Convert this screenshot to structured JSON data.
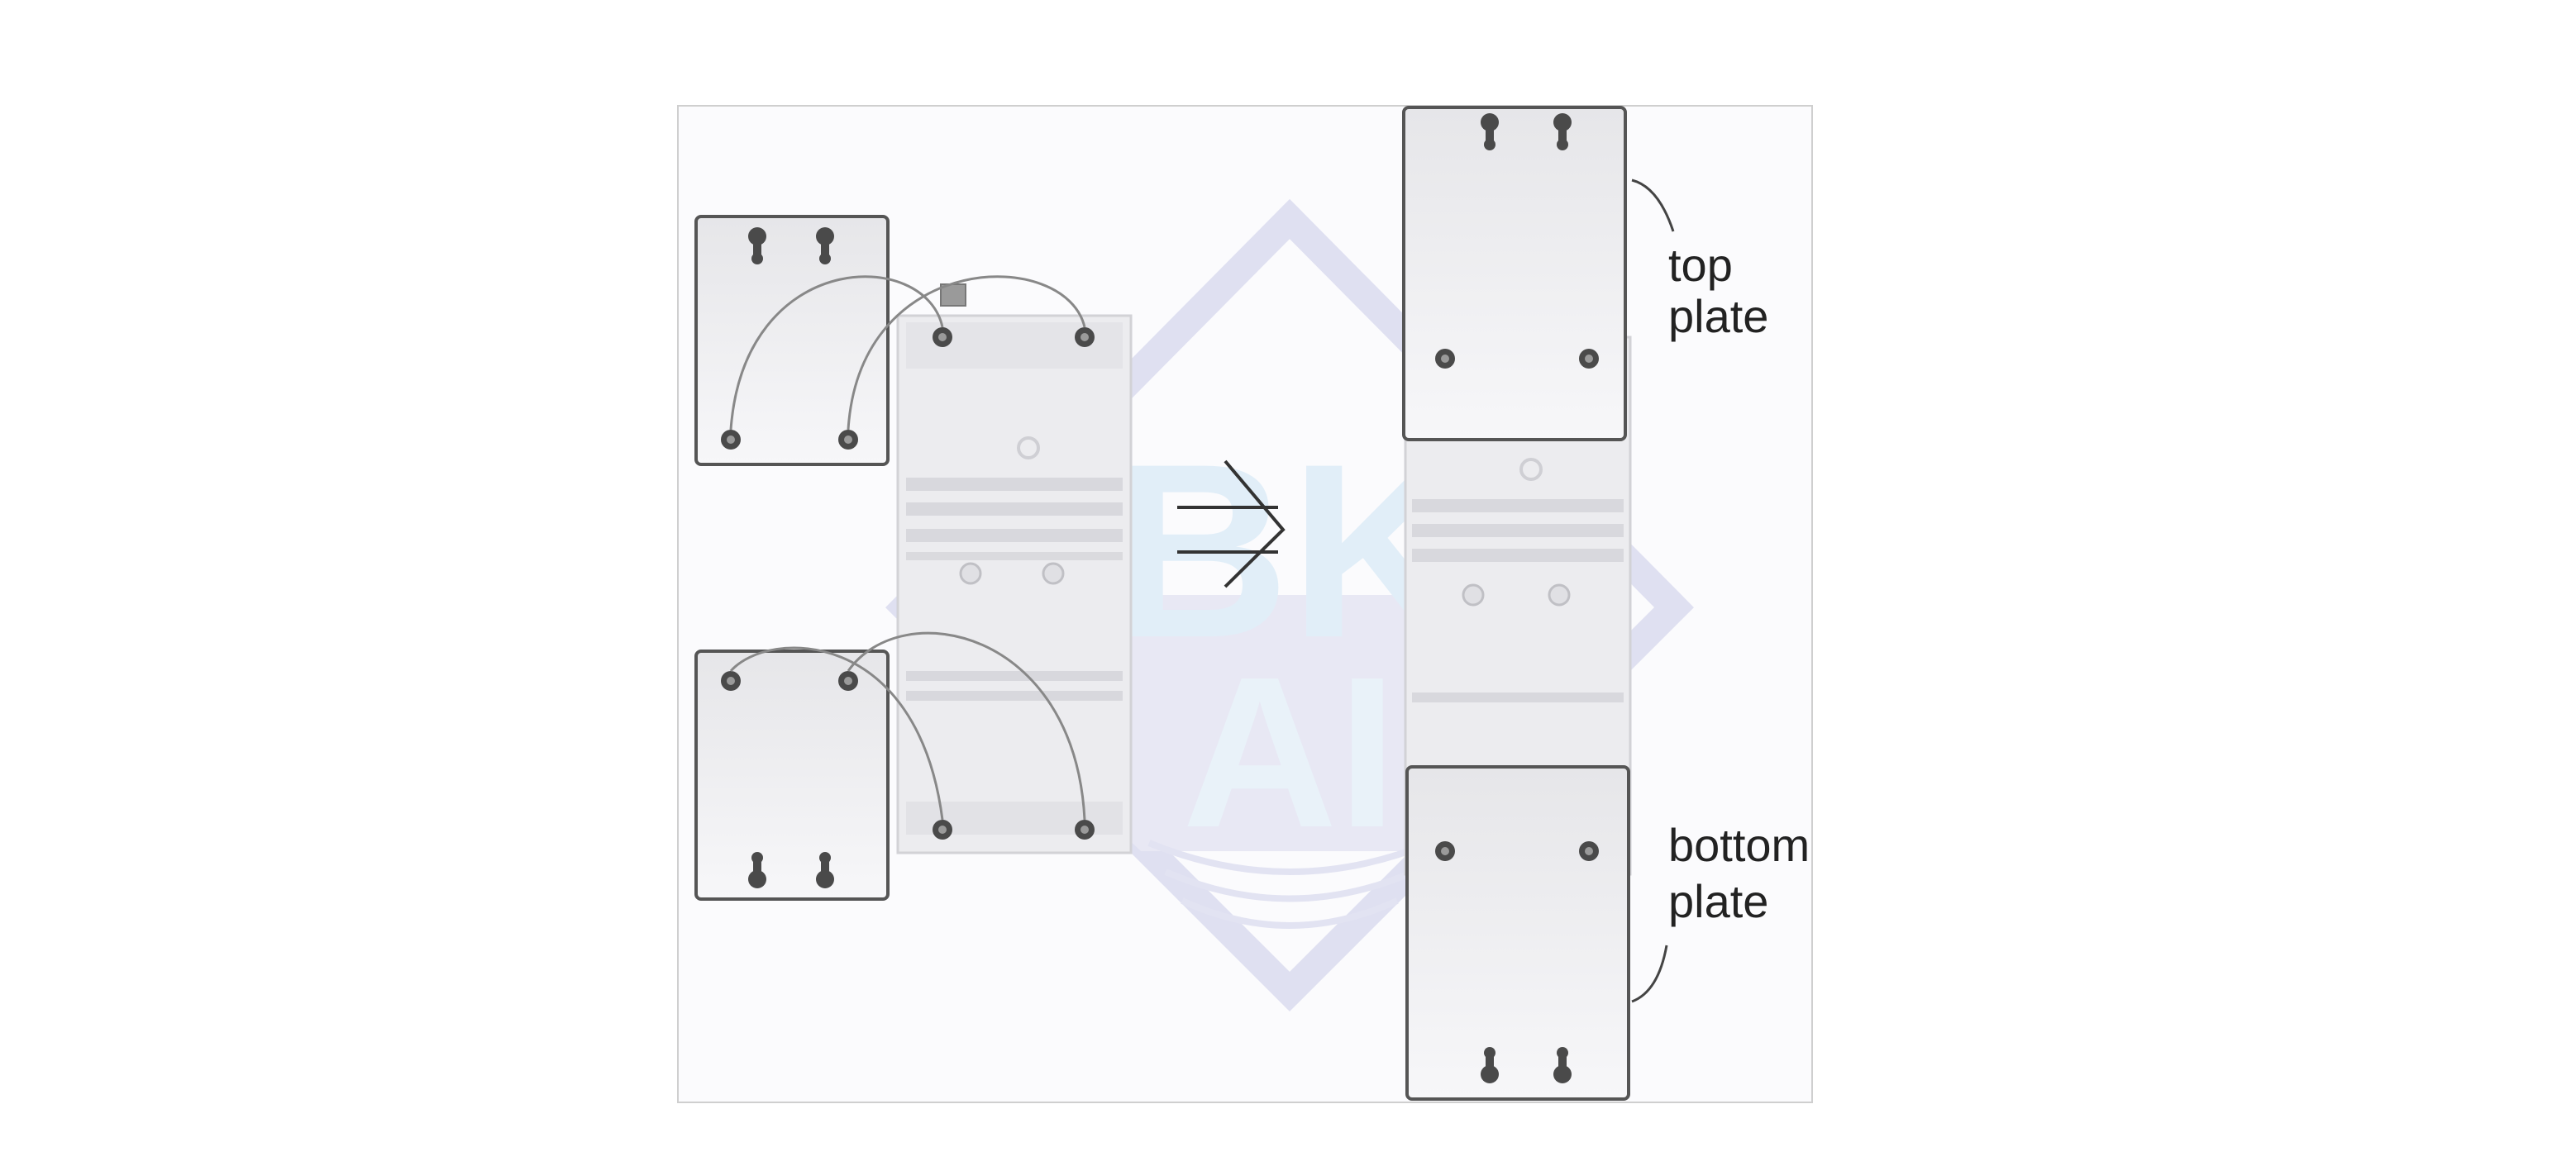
{
  "labels": {
    "top_line1": "top",
    "top_line2": "plate",
    "bottom_line1": "bottom",
    "bottom_line2": "plate"
  },
  "watermark": {
    "text_top": "BK",
    "text_bottom": "AI"
  },
  "colors": {
    "frame": "#cfcfcf",
    "panel_fill": "#f8f8fa",
    "plate_fill": "#ececee",
    "plate_stroke": "#555555",
    "screw": "#4a4a4a",
    "wire": "#888888",
    "rail": "#c9c9ce",
    "watermark": "#c7c9e6",
    "watermark_text": "#cfe6f5"
  }
}
